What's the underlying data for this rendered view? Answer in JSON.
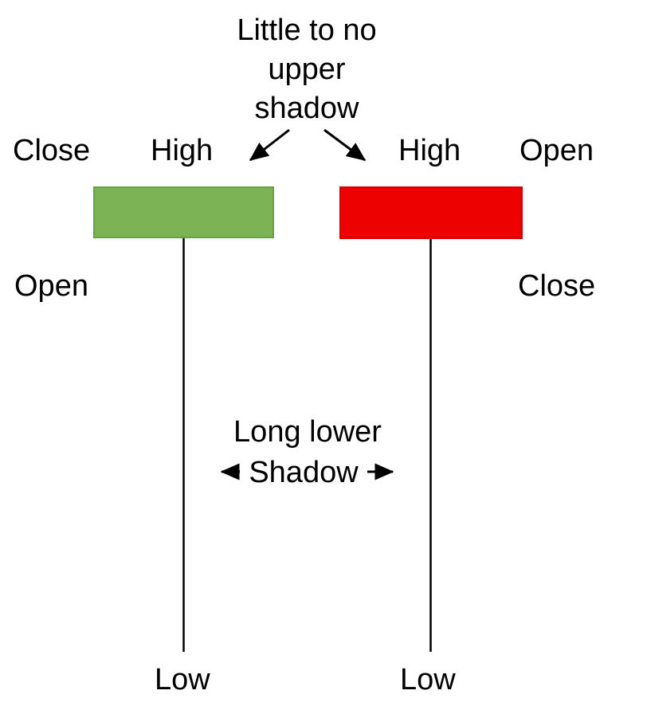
{
  "colors": {
    "background": "#ffffff",
    "text": "#000000",
    "arrow": "#000000",
    "bullish_body_fill": "#7CB355",
    "bullish_body_stroke": "#69A23D",
    "bearish_body_fill": "#EE0101",
    "bearish_body_stroke": "#D40000"
  },
  "annotations": {
    "upper_shadow": {
      "lines": [
        "Little to no",
        "upper",
        "shadow"
      ]
    },
    "lower_shadow": {
      "lines": [
        "Long lower",
        "Shadow"
      ]
    }
  },
  "left_candle": {
    "labels": {
      "close": "Close",
      "high": "High",
      "open": "Open",
      "low": "Low"
    }
  },
  "right_candle": {
    "labels": {
      "high": "High",
      "open": "Open",
      "close": "Close",
      "low": "Low"
    }
  }
}
